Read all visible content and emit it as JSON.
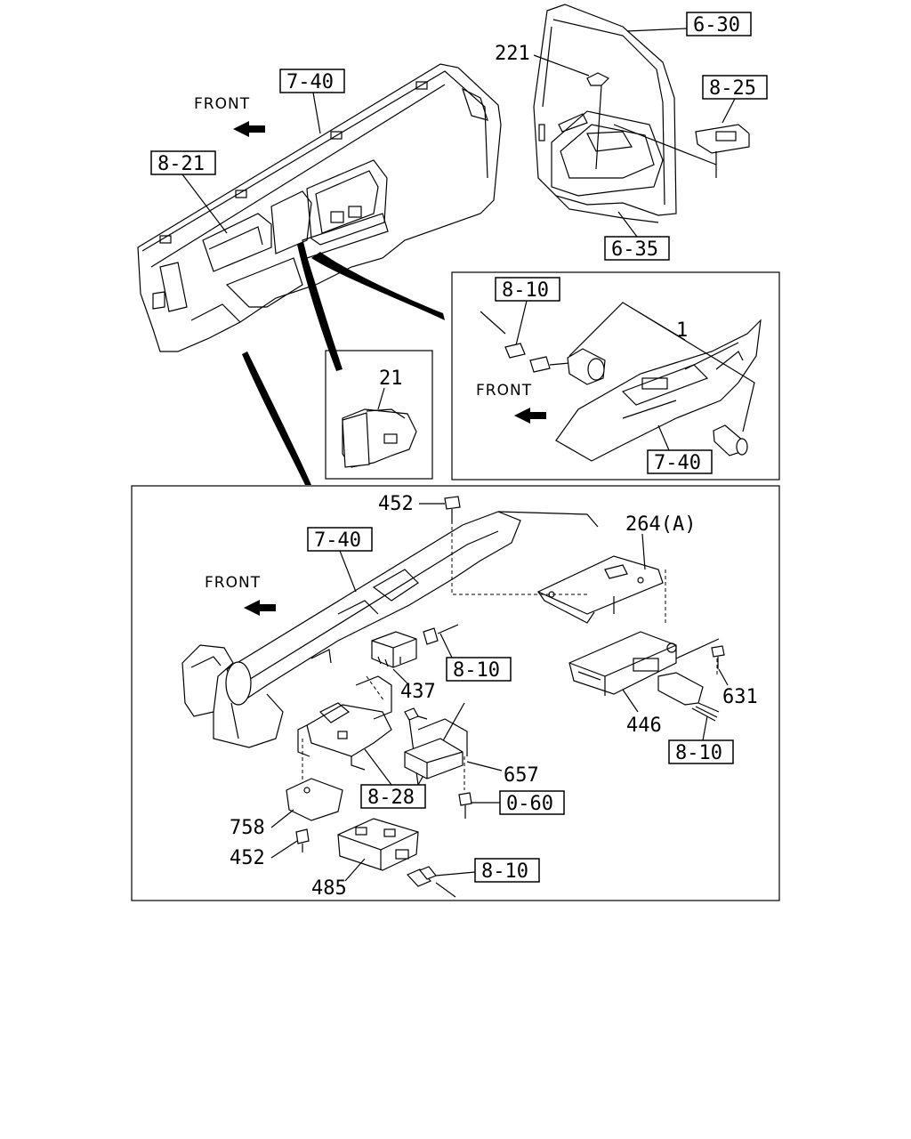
{
  "labels": {
    "front_top": "FRONT",
    "front_inset": "FRONT",
    "front_bottom": "FRONT",
    "ref_7_40_top": "7-40",
    "ref_8_21": "8-21",
    "ref_6_30": "6-30",
    "ref_8_25": "8-25",
    "ref_6_35": "6-35",
    "ref_8_10_inset": "8-10",
    "ref_7_40_inset": "7-40",
    "ref_7_40_bottom": "7-40",
    "ref_8_10_a": "8-10",
    "ref_8_10_b": "8-10",
    "ref_8_10_c": "8-10",
    "ref_8_28": "8-28",
    "ref_0_60": "0-60",
    "part_221": "221",
    "part_1": "1",
    "part_21": "21",
    "part_452_top": "452",
    "part_264a": "264(A)",
    "part_437": "437",
    "part_631": "631",
    "part_446": "446",
    "part_657": "657",
    "part_758": "758",
    "part_452_bottom": "452",
    "part_485": "485"
  }
}
